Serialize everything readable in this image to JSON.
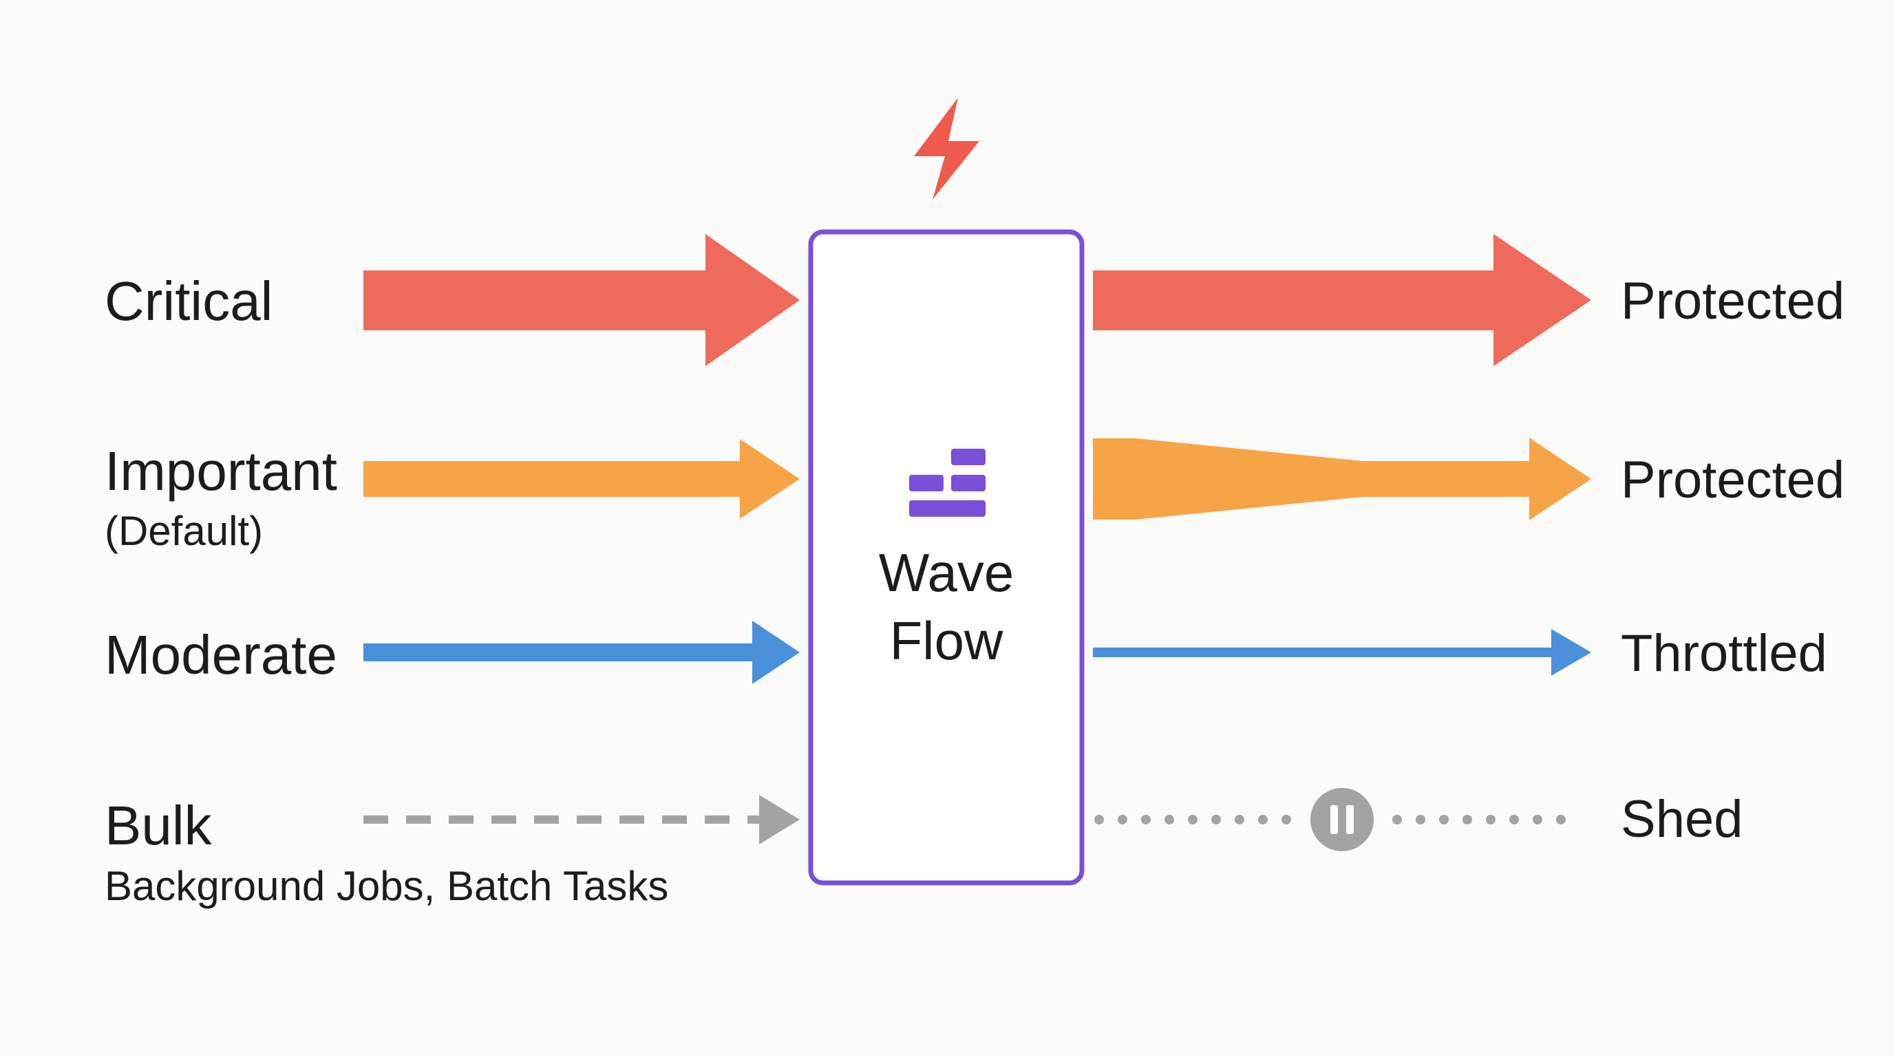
{
  "inputs": [
    {
      "label": "Critical",
      "sublabel": "",
      "color": "#ee6a5a",
      "style": "thick"
    },
    {
      "label": "Important",
      "sublabel": "(Default)",
      "color": "#f7a446",
      "style": "medium"
    },
    {
      "label": "Moderate",
      "sublabel": "",
      "color": "#4a90db",
      "style": "thin"
    },
    {
      "label": "Bulk",
      "sublabel": "Background Jobs, Batch Tasks",
      "color": "#a3a3a3",
      "style": "dashed"
    }
  ],
  "center": {
    "line1": "Wave",
    "line2": "Flow",
    "border_color": "#7a4fd9",
    "icon": "stacked-bars-icon",
    "top_icon": "lightning-bolt-icon",
    "top_icon_color": "#ee5b4c"
  },
  "outputs": [
    {
      "label": "Protected",
      "color": "#ee6a5a",
      "style": "thick"
    },
    {
      "label": "Protected",
      "color": "#f7a446",
      "style": "tapered"
    },
    {
      "label": "Throttled",
      "color": "#4a90db",
      "style": "thin"
    },
    {
      "label": "Shed",
      "color": "#a3a3a3",
      "style": "dotted-paused",
      "icon": "pause-icon"
    }
  ]
}
